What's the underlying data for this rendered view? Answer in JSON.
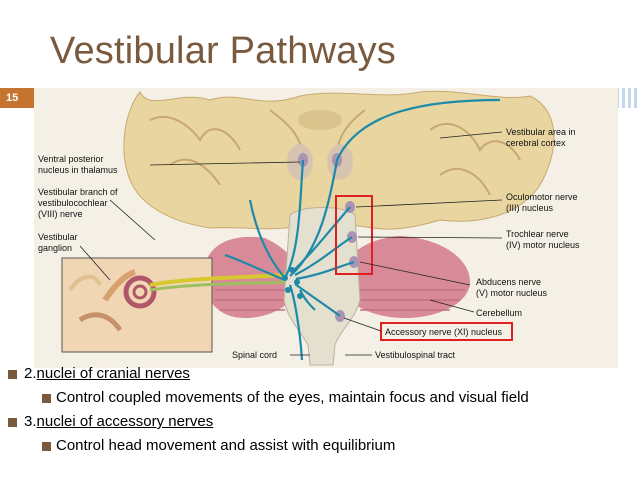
{
  "slide": {
    "title": "Vestibular Pathways",
    "number": "15"
  },
  "figure": {
    "labels": {
      "ventral_posterior_1": "Ventral posterior",
      "ventral_posterior_2": "nucleus in thalamus",
      "vestibular_branch_1": "Vestibular branch of",
      "vestibular_branch_2": "vestibulocochlear",
      "vestibular_branch_3": "(VIII) nerve",
      "vestibular_ganglion_1": "Vestibular",
      "vestibular_ganglion_2": "ganglion",
      "vestibular_area_1": "Vestibular area in",
      "vestibular_area_2": "cerebral cortex",
      "oculomotor_1": "Oculomotor nerve",
      "oculomotor_2": "(III) nucleus",
      "trochlear_1": "Trochlear nerve",
      "trochlear_2": "(IV) motor nucleus",
      "abducens_1": "Abducens nerve",
      "abducens_2": "(V) motor nucleus",
      "cerebellum": "Cerebellum",
      "accessory": "Accessory nerve (XI) nucleus",
      "spinal_cord": "Spinal cord",
      "vestibulospinal": "Vestibulospinal tract"
    },
    "colors": {
      "pathway": "#1c8aa8",
      "highlight": "#e02020",
      "cerebellum": "#d98a98",
      "brain": "#e9d5a0"
    }
  },
  "bullets": [
    {
      "prefix": "2.",
      "link": "nuclei of cranial nerves",
      "sub": "Control coupled movements of the eyes, maintain focus and visual field"
    },
    {
      "prefix": "3.",
      "link": "nuclei of accessory nerves",
      "sub": "Control head movement and assist with equilibrium"
    }
  ]
}
